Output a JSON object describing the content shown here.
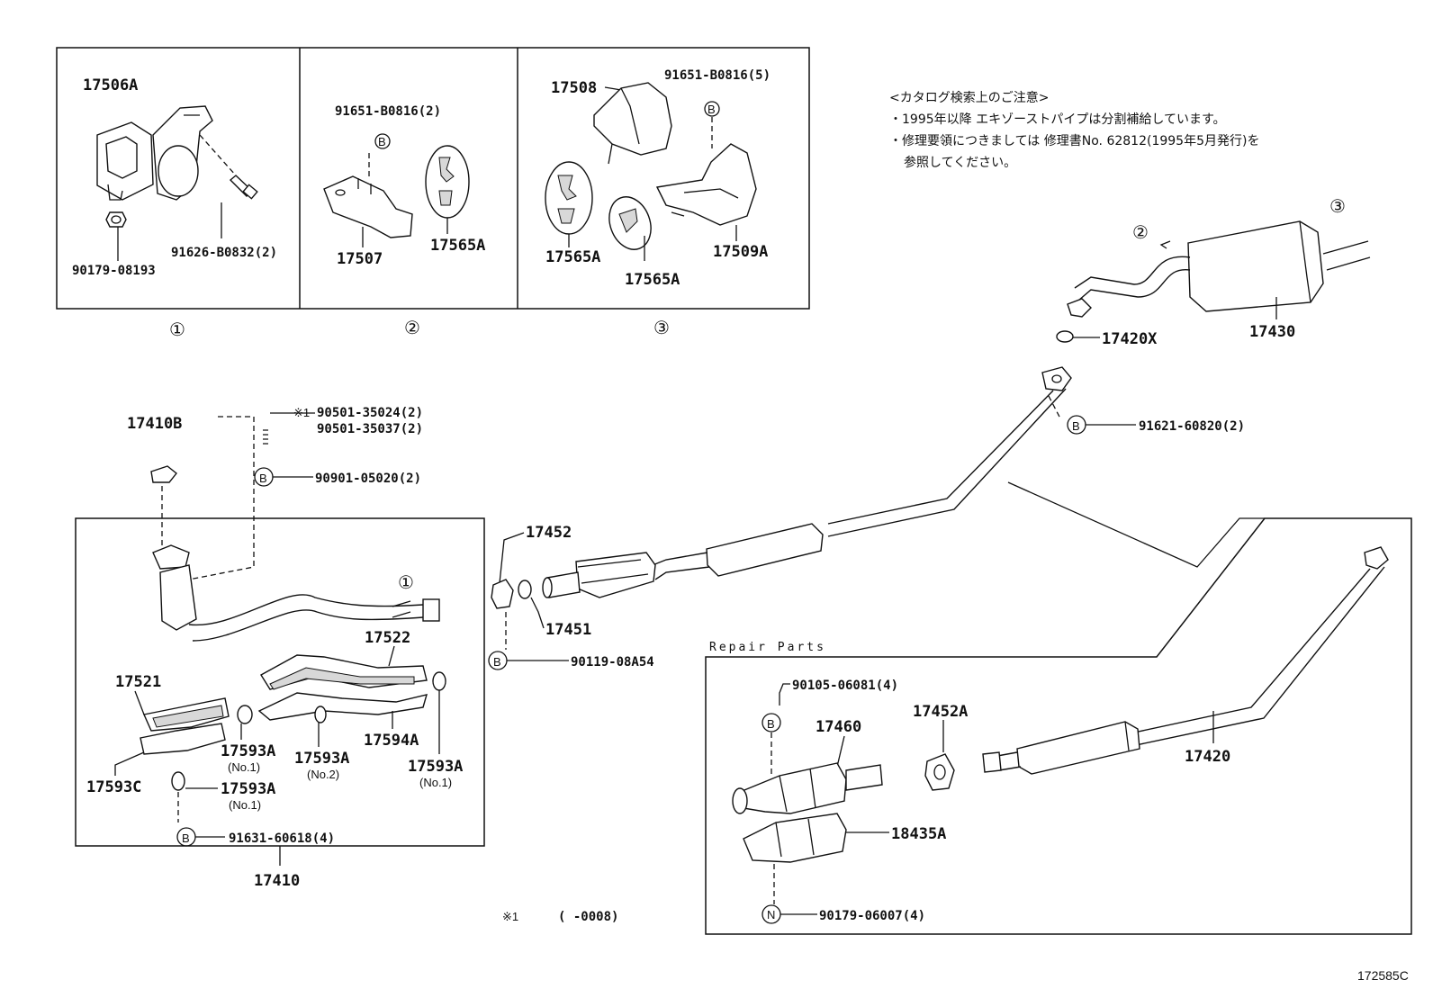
{
  "notes": {
    "header": "<カタログ検索上のご注意>",
    "line1": "・1995年以降 エキゾーストパイプは分割補給しています。",
    "line2": "・修理要領につきましては 修理書No. 62812(1995年5月発行)を",
    "line3": "参照してください。"
  },
  "panels": {
    "p1": {
      "number": "①",
      "labels": {
        "a": "17506A",
        "b": "91626-B0832(2)",
        "c": "90179-08193"
      }
    },
    "p2": {
      "number": "②",
      "labels": {
        "a": "91651-B0816(2)",
        "b": "17507",
        "c": "17565A"
      }
    },
    "p3": {
      "number": "③",
      "labels": {
        "a": "17508",
        "b": "91651-B0816(5)",
        "c": "17565A",
        "d": "17565A",
        "e": "17509A"
      }
    }
  },
  "main": {
    "l17410B": "17410B",
    "l90501a": "90501-35024(2)",
    "l90501b": "90501-35037(2)",
    "mark_ref": "※1",
    "l90901": "90901-05020(2)",
    "l17452": "17452",
    "l17451": "17451",
    "l90119": "90119-08A54",
    "l17420X": "17420X",
    "l17430": "17430",
    "l91621": "91621-60820(2)",
    "circ1": "①",
    "circ2": "②",
    "circ3": "③"
  },
  "assembly17410": {
    "l17522": "17522",
    "l17521": "17521",
    "l17593A_1": "17593A",
    "l17593A_1sub": "(No.1)",
    "l17593A_2": "17593A",
    "l17593A_2sub": "(No.2)",
    "l17594A": "17594A",
    "l17593A_3": "17593A",
    "l17593A_3sub": "(No.1)",
    "l17593C": "17593C",
    "l17593A_4": "17593A",
    "l17593A_4sub": "(No.1)",
    "l91631": "91631-60618(4)",
    "label": "17410"
  },
  "repair": {
    "header": "Repair Parts",
    "l90105": "90105-06081(4)",
    "l17460": "17460",
    "l17452A": "17452A",
    "l18435A": "18435A",
    "l90179": "90179-06007(4)",
    "l17420": "17420"
  },
  "footnote": {
    "mark": "※1",
    "text": "(     -0008)"
  },
  "marks": {
    "b": "B",
    "n": "N"
  },
  "code": "172585C"
}
